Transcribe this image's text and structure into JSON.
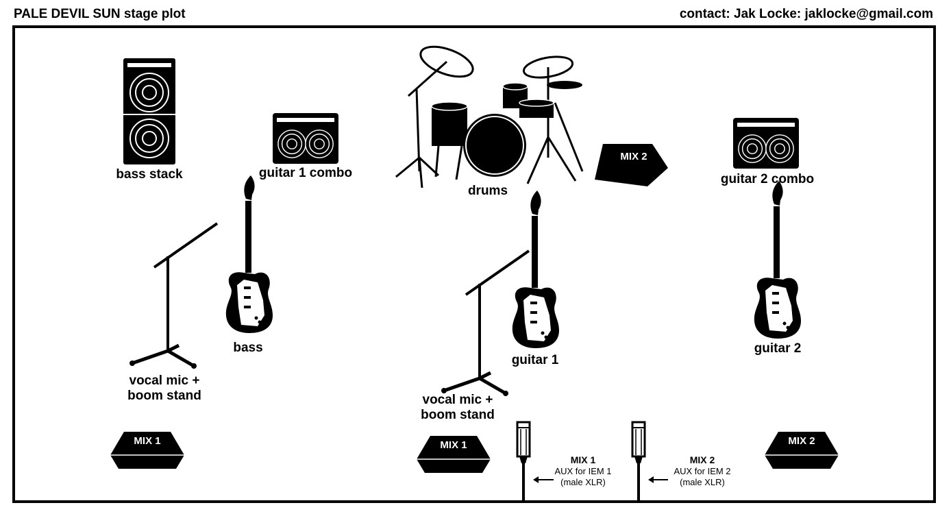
{
  "header": {
    "title": "PALE DEVIL SUN stage plot",
    "contact": "contact: Jak Locke: jaklocke@gmail.com"
  },
  "labels": {
    "bass_stack": "bass stack",
    "guitar1_combo": "guitar 1 combo",
    "drums": "drums",
    "guitar2_combo": "guitar 2 combo",
    "bass": "bass",
    "vocal_mic_left_1": "vocal mic +",
    "vocal_mic_left_2": "boom stand",
    "guitar1": "guitar 1",
    "vocal_mic_center_1": "vocal mic +",
    "vocal_mic_center_2": "boom stand",
    "guitar2": "guitar 2"
  },
  "monitors": {
    "left": "MIX 1",
    "center": "MIX 1",
    "right": "MIX 2",
    "drums": "MIX 2"
  },
  "iem": [
    {
      "mix": "MIX 1",
      "line1": "AUX for IEM 1",
      "line2": "(male XLR)"
    },
    {
      "mix": "MIX 2",
      "line1": "AUX for IEM 2",
      "line2": "(male XLR)"
    }
  ]
}
